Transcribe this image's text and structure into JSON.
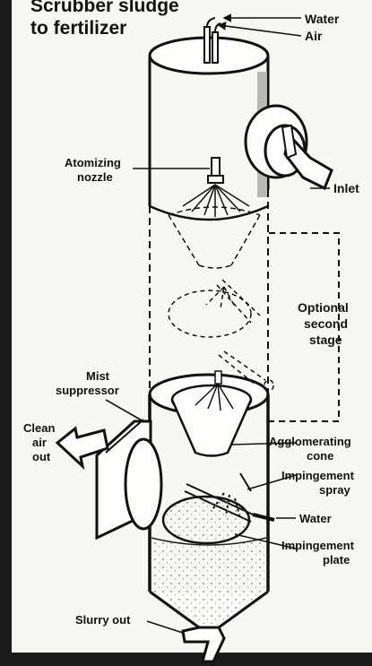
{
  "title": {
    "line1": "Scrubber sludge",
    "line2": "to fertilizer"
  },
  "labels": {
    "water_top": "Water",
    "air": "Air",
    "inlet": "Inlet",
    "atomizing_1": "Atomizing",
    "atomizing_2": "nozzle",
    "optional_1": "Optional",
    "optional_2": "second",
    "optional_3": "stage",
    "mist_1": "Mist",
    "mist_2": "suppressor",
    "clean_1": "Clean",
    "clean_2": "air",
    "clean_3": "out",
    "agglom_1": "Agglomerating",
    "agglom_2": "cone",
    "impspray_1": "Impingement",
    "impspray_2": "spray",
    "water_low": "Water",
    "impplate_1": "Impingement",
    "impplate_2": "plate",
    "slurry": "Slurry out"
  }
}
